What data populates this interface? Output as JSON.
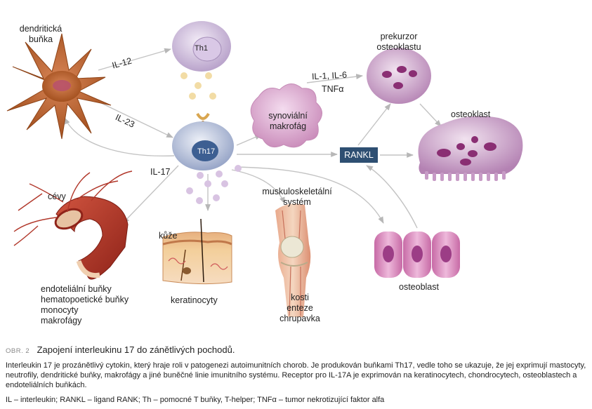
{
  "labels": {
    "dendritic": [
      "dendritická",
      "buňka"
    ],
    "th1": "Th1",
    "th17": "Th17",
    "il12": "IL-12",
    "il23": "IL-23",
    "il17": "IL-17",
    "il1_il6": "IL-1, IL-6",
    "tnfa": "TNFα",
    "precursor": [
      "prekurzor",
      "osteoklastu"
    ],
    "synovial": [
      "synoviální",
      "makrofág"
    ],
    "osteoclast": "osteoklast",
    "rankl": "RANKL",
    "vessels": "cévy",
    "skin": "kůže",
    "musculo": [
      "muskuloskeletální",
      "systém"
    ],
    "osteoblast": "osteoblast",
    "endothelial": [
      "endoteliální buňky",
      "hematopoetické buňky",
      "monocyty",
      "makrofágy"
    ],
    "keratinocytes": "keratinocyty",
    "bones": [
      "kosti",
      "enteze",
      "chrupavka"
    ]
  },
  "caption": {
    "number": "OBR. 2",
    "title": "Zapojení interleukinu 17 do zánětlivých pochodů.",
    "text": "Interleukin 17 je prozánětlivý cytokin, který hraje roli v patogenezi autoimunitních chorob. Je produkován buňkami Th17, vedle toho se ukazuje, že jej exprimují mastocyty, neutrofily, dendritické buňky, makrofágy a jiné buněčné linie imunitního systému. Receptor pro IL-17A je exprimován na keratinocytech, chondrocytech, osteoblastech a endoteliálních buňkách.",
    "abbreviations": "IL – interleukin; RANKL – ligand RANK; Th – pomocné T buňky, T-helper; TNFα – tumor nekrotizující faktor alfa"
  },
  "colors": {
    "dendritic_cell": "#b5612e",
    "th1_cell": "#c9b7d8",
    "th17_cell": "#aab6d4",
    "th17_nucleus": "#3d5f92",
    "osteoclast": "#c79bc6",
    "osteoclast_nucleus": "#8a2e73",
    "osteoblast": "#d88bbd",
    "vessel": "#b1372a",
    "rankl_box": "#2e4f72",
    "cytokine_yellow": "#f2dca5",
    "cytokine_purple": "#d8c3e2"
  }
}
